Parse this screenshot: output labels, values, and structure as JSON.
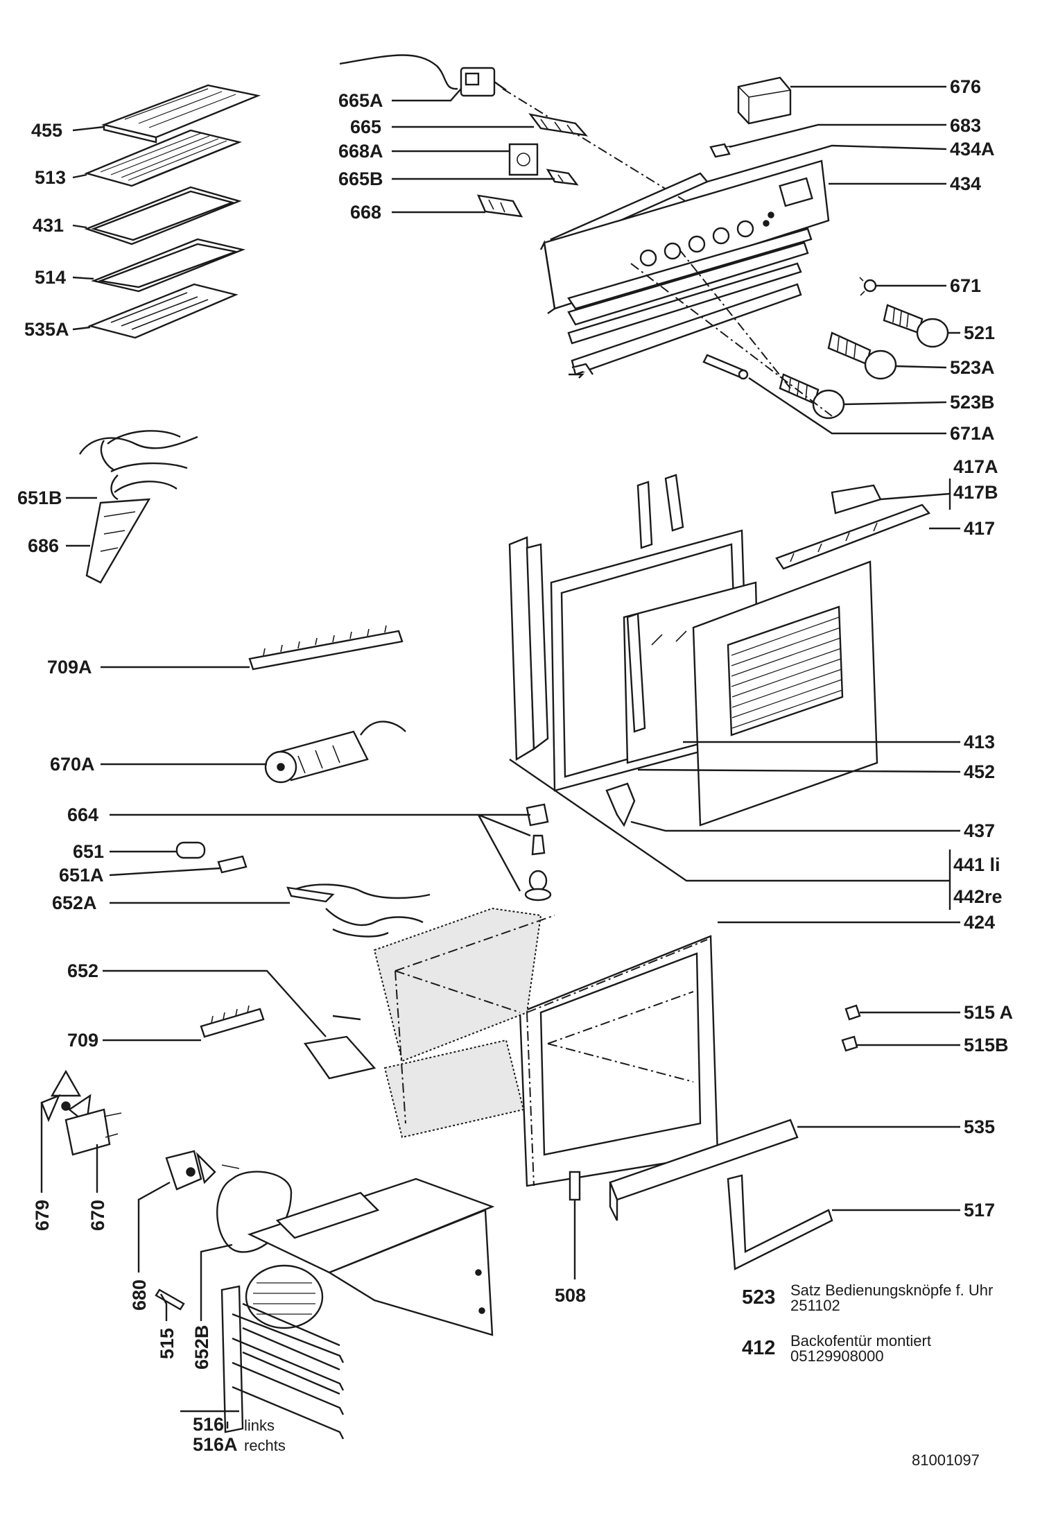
{
  "labels": {
    "l665A": "665A",
    "l665": "665",
    "l668A": "668A",
    "l665B": "665B",
    "l668": "668",
    "l676": "676",
    "l683": "683",
    "l434A": "434A",
    "l434": "434",
    "l671": "671",
    "l521": "521",
    "l523A": "523A",
    "l523B": "523B",
    "l671A": "671A",
    "l455": "455",
    "l513": "513",
    "l431": "431",
    "l514": "514",
    "l535A": "535A",
    "l651B": "651B",
    "l686": "686",
    "l417A": "417A",
    "l417B": "417B",
    "l417": "417",
    "l709A": "709A",
    "l670A": "670A",
    "l413": "413",
    "l452": "452",
    "l437": "437",
    "l441": "441 li",
    "l442": "442re",
    "l664": "664",
    "l651": "651",
    "l651A": "651A",
    "l652A": "652A",
    "l424": "424",
    "l652": "652",
    "l709": "709",
    "l515A": "515 A",
    "l515B": "515B",
    "l535": "535",
    "l517": "517",
    "l679": "679",
    "l670": "670",
    "l680": "680",
    "l515": "515",
    "l652B": "652B",
    "l508": "508",
    "l516": "516",
    "l516A": "516A"
  },
  "side_words": {
    "links": "links",
    "rechts": "rechts"
  },
  "notes": [
    {
      "code": "523",
      "line1": "Satz Bedienungsknöpfe f. Uhr",
      "line2": "251102"
    },
    {
      "code": "412",
      "line1": "Backofentür montiert",
      "line2": "05129908000"
    }
  ],
  "document_number": "81001097"
}
